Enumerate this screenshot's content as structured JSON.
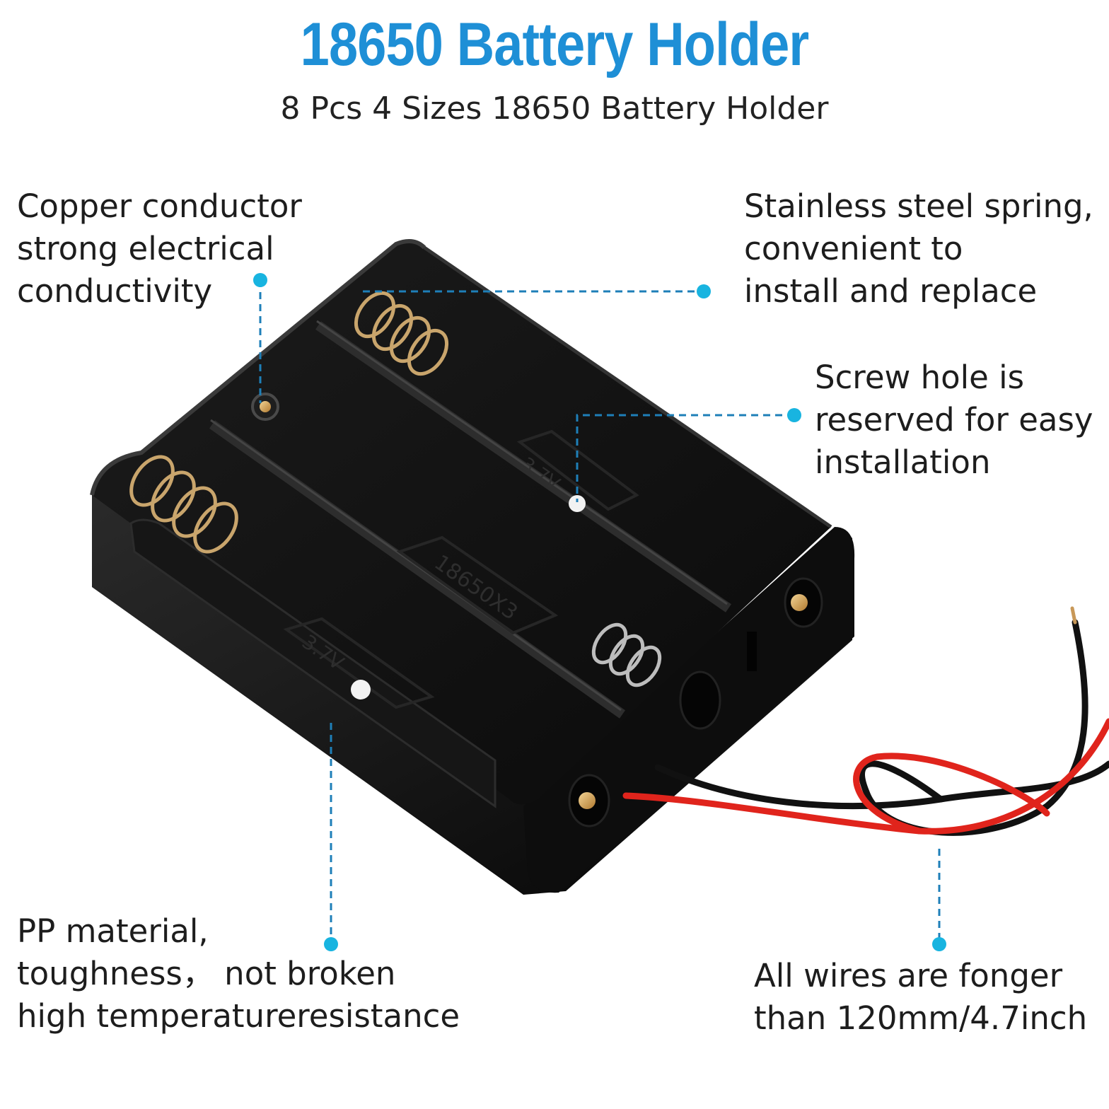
{
  "title": "18650 Battery Holder",
  "subtitle": "8 Pcs 4 Sizes 18650 Battery Holder",
  "callouts": {
    "copper": "Copper conductor\nstrong electrical\nconductivity",
    "spring": "Stainless steel spring,\nconvenient to\ninstall and replace",
    "screw": "Screw hole is\nreserved for easy\ninstallation",
    "pp": "PP material,\ntoughness，  not broken\nhigh temperatureresistance",
    "wires": "All wires are fonger\nthan 120mm/4.7inch"
  },
  "holder_marks": {
    "model": "18650X3",
    "voltage_left": "3.7V",
    "voltage_right": "3.7V"
  },
  "colors": {
    "accent": "#1e8fd6",
    "callout_dot": "#18b4e0",
    "holder": "#141414",
    "wire_red": "#e0241c",
    "wire_black": "#111111"
  }
}
